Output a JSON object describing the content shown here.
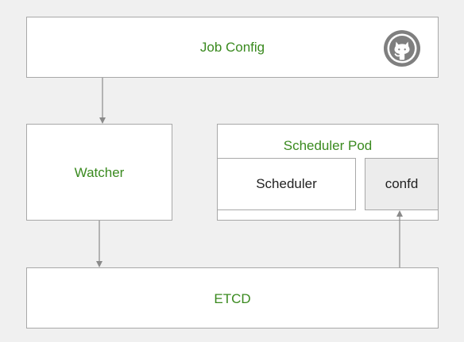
{
  "nodes": {
    "job_config": "Job Config",
    "watcher": "Watcher",
    "scheduler_pod": "Scheduler Pod",
    "scheduler": "Scheduler",
    "confd": "confd",
    "etcd": "ETCD"
  },
  "icons": {
    "job_config_badge": "github-octocat-icon"
  },
  "colors": {
    "background": "#f0f0f0",
    "box_fill": "#ffffff",
    "box_border": "#a8a8a8",
    "label_green": "#3a8a1f",
    "label_dark": "#222222",
    "confd_fill": "#ececec",
    "arrow": "#8a8a8a",
    "badge": "#7f7f7f"
  }
}
